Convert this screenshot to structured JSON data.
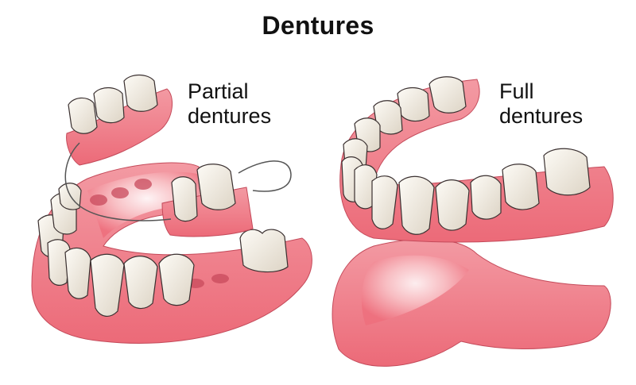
{
  "title": "Dentures",
  "panels": [
    {
      "id": "partial",
      "label_line1": "Partial",
      "label_line2": "dentures"
    },
    {
      "id": "full",
      "label_line1": "Full",
      "label_line2": "dentures"
    }
  ],
  "colors": {
    "gum": "#f07c86",
    "gum_dark": "#e0566a",
    "gum_light": "#f9c3c8",
    "tooth": "#f7f3ec",
    "tooth_shade": "#ddd6c8",
    "outline": "#3a3030",
    "wire": "#555555",
    "text": "#111111"
  }
}
